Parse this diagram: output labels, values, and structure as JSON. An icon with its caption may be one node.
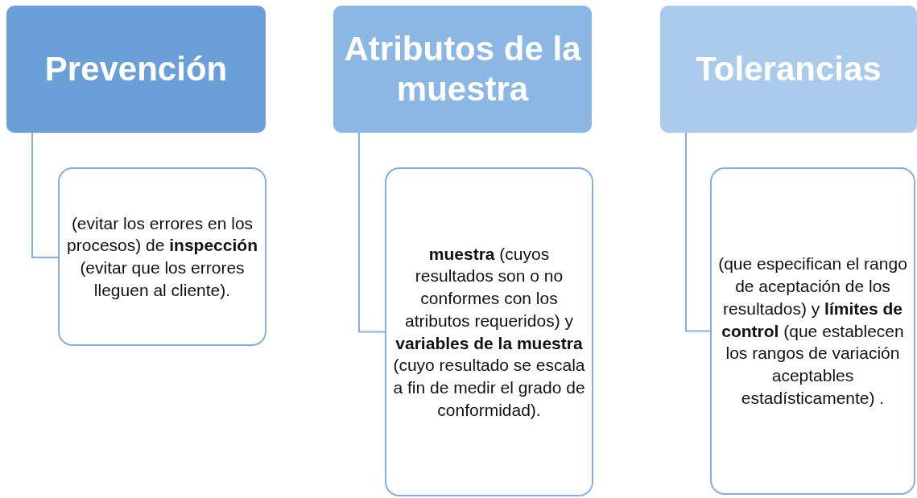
{
  "diagram": {
    "nodes": [
      {
        "text": [
          "Prevención"
        ]
      },
      {
        "text": [
          "(evitar los errores en los procesos) de **inspección** (evitar que los errores lleguen al cliente)."
        ]
      },
      {
        "text": [
          "Atributos de la muestra"
        ]
      },
      {
        "text": [
          "**muestra** (cuyos resultados son o no conformes con los atributos requeridos) y **variables de la muestra** (cuyo resultado se escala a fin de medir el grado de conformidad)."
        ]
      },
      {
        "text": [
          "Tolerancias"
        ]
      },
      {
        "text": [
          "(que especifican el rango de aceptación de los resultados) y **límites de control** (que establecen los rangos de variación aceptables estadísticamente) ."
        ]
      }
    ],
    "edges": [
      {
        "from": 0,
        "to": 1,
        "arrow": "none"
      },
      {
        "from": 2,
        "to": 3,
        "arrow": "none"
      },
      {
        "from": 4,
        "to": 5,
        "arrow": "none"
      }
    ]
  }
}
